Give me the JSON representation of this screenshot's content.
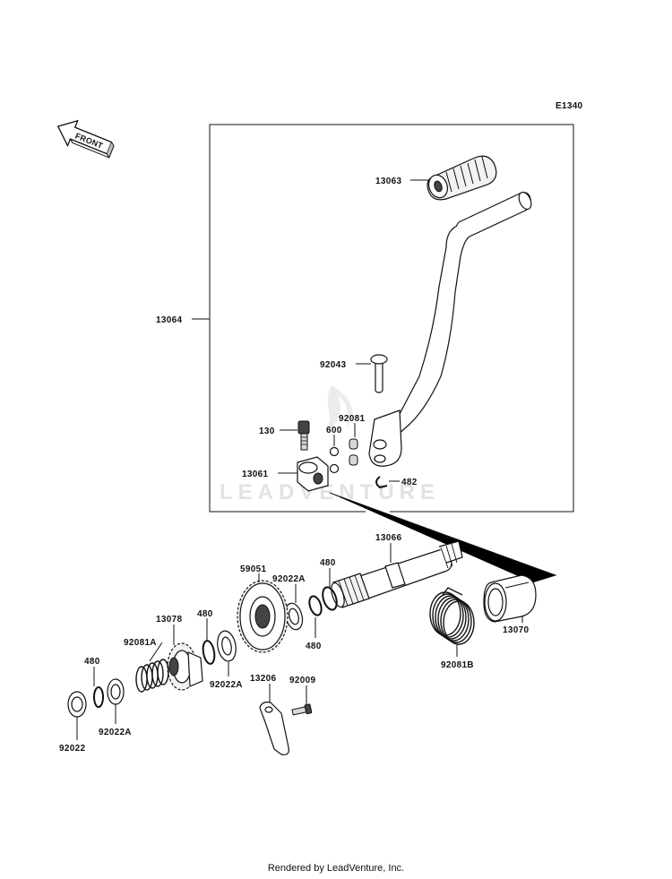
{
  "diagram": {
    "code": "E1340",
    "front_label": "FRONT",
    "watermark": "LEADVENTURE",
    "footer": "Rendered by LeadVenture, Inc."
  },
  "parts": {
    "p13063": "13063",
    "p13064": "13064",
    "p92043": "92043",
    "p92081": "92081",
    "p130": "130",
    "p600": "600",
    "p13061": "13061",
    "p482": "482",
    "p13066": "13066",
    "p480a": "480",
    "p59051": "59051",
    "p92022A_a": "92022A",
    "p480b": "480",
    "p13078": "13078",
    "p480c": "480",
    "p92081A": "92081A",
    "p92022A_b": "92022A",
    "p480d": "480",
    "p92022A_c": "92022A",
    "p92022": "92022",
    "p13206": "13206",
    "p92009": "92009",
    "p92081B": "92081B",
    "p13070": "13070"
  }
}
